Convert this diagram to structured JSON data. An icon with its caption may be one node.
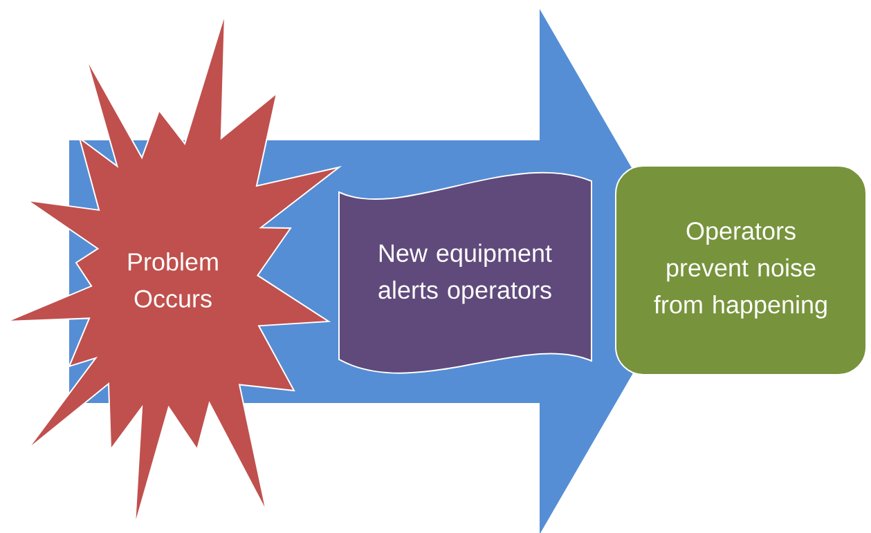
{
  "diagram": {
    "nodes": [
      {
        "text": [
          "Problem Occurs"
        ]
      },
      {
        "text": [
          "New equipment alerts operators"
        ]
      },
      {
        "text": [
          "Operators prevent noise from happening"
        ]
      }
    ],
    "edges": [
      {
        "from": 0,
        "to": 2,
        "arrow": "to"
      }
    ]
  }
}
